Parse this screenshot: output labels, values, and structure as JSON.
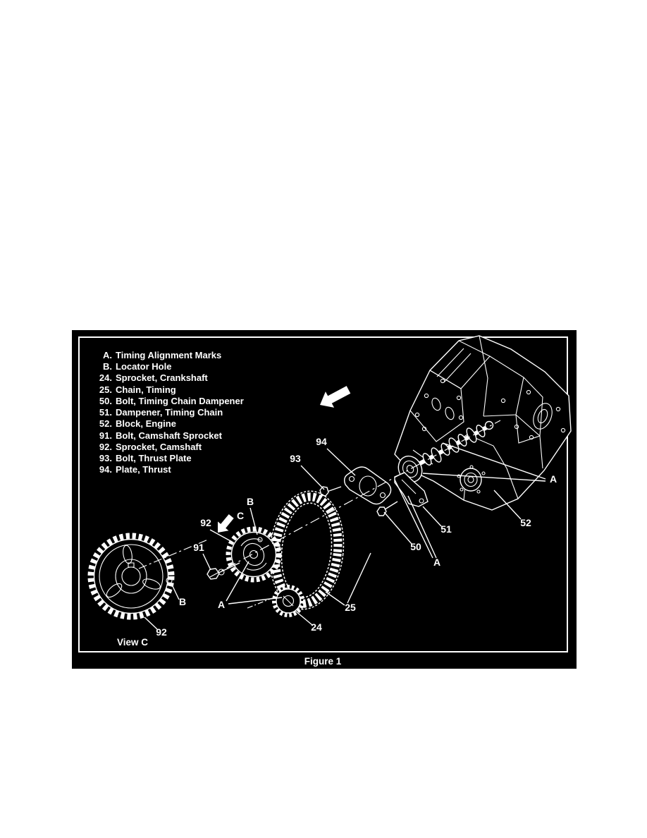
{
  "window": {
    "background": "#ffffff"
  },
  "figure": {
    "caption": "Figure 1",
    "view_label": "View C",
    "background": "#000000",
    "line_color": "#ffffff",
    "legend": {
      "items": [
        {
          "key": "A.",
          "label": "Timing Alignment Marks"
        },
        {
          "key": "B.",
          "label": "Locator Hole"
        },
        {
          "key": "24.",
          "label": "Sprocket, Crankshaft"
        },
        {
          "key": "25.",
          "label": "Chain, Timing"
        },
        {
          "key": "50.",
          "label": "Bolt, Timing Chain Dampener"
        },
        {
          "key": "51.",
          "label": "Dampener, Timing Chain"
        },
        {
          "key": "52.",
          "label": "Block, Engine"
        },
        {
          "key": "91.",
          "label": "Bolt, Camshaft Sprocket"
        },
        {
          "key": "92.",
          "label": "Sprocket, Camshaft"
        },
        {
          "key": "93.",
          "label": "Bolt, Thrust Plate"
        },
        {
          "key": "94.",
          "label": "Plate, Thrust"
        }
      ]
    },
    "callouts": {
      "plate_thrust": "94",
      "bolt_thrust_plate": "93",
      "alignment_marks_block": "A",
      "engine_block": "52",
      "dampener_timing_chain": "51",
      "bolt_timing_chain_dampener": "50",
      "alignment_marks_camshaft": "A",
      "sprocket_camshaft": "92",
      "locator_hole": "B",
      "view_direction": "C",
      "bolt_camshaft_sprocket": "91",
      "alignment_marks_sprockets": "A",
      "chain_timing": "25",
      "sprocket_crankshaft": "24",
      "locator_hole_view": "B",
      "sprocket_camshaft_view": "92"
    }
  }
}
